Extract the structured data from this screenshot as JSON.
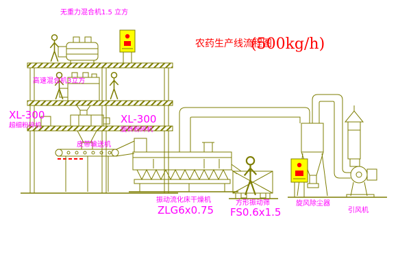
{
  "title": {
    "name": "农药生产线流程图",
    "capacity": "(500kg/h)"
  },
  "labels": {
    "gravity_mixer": "无重力混合机1.5 立方",
    "high_speed_mixer": "高速混合机3立方",
    "mill_left_model": "XL-300",
    "mill_left_name": "超细粉碎机",
    "mill_mid_model": "XL-300",
    "mill_mid_name": "旋转粉碎机",
    "belt_conveyor": "皮带输送机",
    "dryer_name": "振动流化床干燥机",
    "dryer_model": "ZLG6x0.75",
    "sieve_name": "方形振动筛",
    "sieve_model": "FS0.6x1.5",
    "cyclone": "旋风除尘器",
    "fan": "引风机"
  },
  "colors": {
    "line": "#7d7d00",
    "label": "#ff00ff",
    "title": "#ff0000",
    "cabinet_fill": "#ffff00",
    "indicator": "#ff0000",
    "background": "#ffffff"
  }
}
